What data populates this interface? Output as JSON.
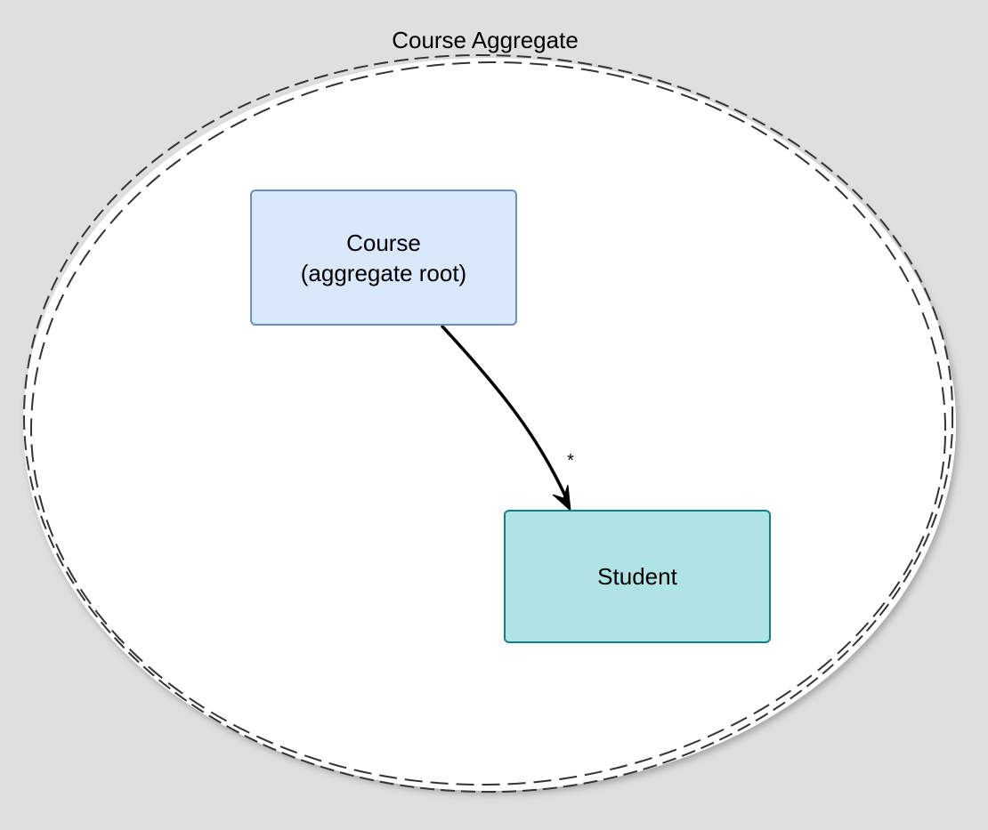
{
  "colors": {
    "background": "#dfdfdf",
    "aggregate_fill": "#ffffff",
    "aggregate_stroke": "#333333",
    "course_fill": "#dae8fc",
    "course_stroke": "#6c8ebf",
    "student_fill": "#b0e3e6",
    "student_stroke": "#0e8088",
    "edge": "#000000"
  },
  "aggregate": {
    "title": "Course Aggregate"
  },
  "nodes": {
    "course": {
      "line1": "Course",
      "line2": "(aggregate root)"
    },
    "student": {
      "label": "Student"
    }
  },
  "edge": {
    "multiplicity": "*"
  }
}
